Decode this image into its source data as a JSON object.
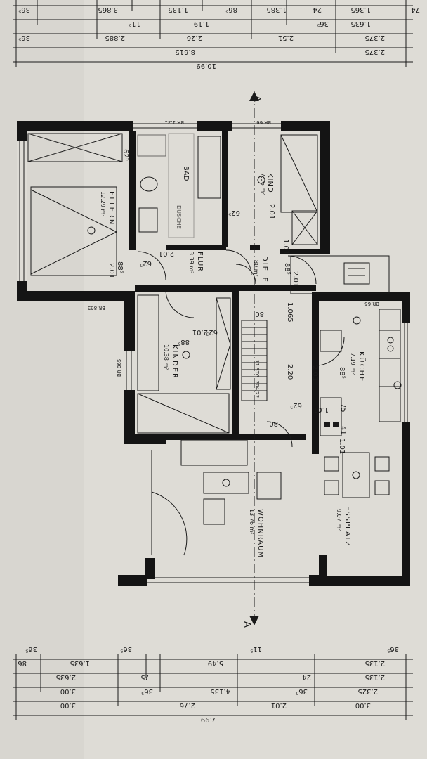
{
  "rooms": {
    "eltern": {
      "name": "ELTERN",
      "area": "12.29 m²"
    },
    "bad": {
      "name": "BAD"
    },
    "dusche": {
      "name": "DUSCHE"
    },
    "kind": {
      "name": "KIND",
      "area": "7.96 m²"
    },
    "flur": {
      "name": "FLUR",
      "area": "3.39 m²"
    },
    "diele": {
      "name": "DIELE",
      "area": "80 m²"
    },
    "kinder": {
      "name": "KINDER",
      "area": "10.38 m²"
    },
    "kueche": {
      "name": "KÜCHE",
      "area": "7.19 m²"
    },
    "wohnraum": {
      "name": "WOHNRAUM",
      "area": "13.76 m²"
    },
    "essplatz": {
      "name": "ESSPLATZ",
      "area": "9.07 m²"
    }
  },
  "section_marks": {
    "top": "A",
    "bottom": "A"
  },
  "stair_label": "11 STG. 204/22",
  "brh": {
    "b1": "BR 1.31",
    "b2": "BR 66",
    "b3": "BR 865",
    "b4": "BR 865",
    "b5": "BR 66"
  },
  "opening_dims": {
    "o1": "62⁵",
    "o2": "2.01",
    "o3": "62⁵",
    "o4": "1.01",
    "o5": "62⁵",
    "o6": "88⁵",
    "o7": "2.01",
    "o8": "62⁵",
    "o9": "88⁵",
    "o10": "2.01",
    "o11": "88⁵",
    "o12": "2.01",
    "o13": "2.01",
    "o14": "1.065",
    "o15": "2.20",
    "o16": "80",
    "o17": "2.01",
    "o18": "88⁵",
    "o19": "1.01",
    "o20": "62⁵",
    "o21": "75",
    "o22": "41",
    "o23": "80",
    "o24": "1.01"
  },
  "dim_top": {
    "total": "10.99",
    "r2": [
      "2.375",
      "8.615"
    ],
    "r3": [
      "2.375",
      "2.51",
      "2.26",
      "2.885",
      "36⁵"
    ],
    "r4": [
      "1.635",
      "36⁵",
      "1.19",
      "11⁵"
    ],
    "r5": [
      "1.365",
      "24",
      "1.385",
      "86⁵",
      "1.135",
      "3.865",
      "36⁵"
    ],
    "edge": "74"
  },
  "dim_bottom": {
    "total": "7.99",
    "r2": [
      "3.00",
      "2.01",
      "2.76",
      "3.00"
    ],
    "r3": [
      "2.325",
      "36⁵",
      "4.135",
      "36⁵",
      "3.00"
    ],
    "r4": [
      "2.135",
      "24",
      "75",
      "2.635"
    ],
    "r5": [
      "2.135",
      "5.49",
      "1.635",
      "86"
    ],
    "marks": [
      "36⁵",
      "11⁵",
      "36⁵",
      "36⁵"
    ]
  }
}
